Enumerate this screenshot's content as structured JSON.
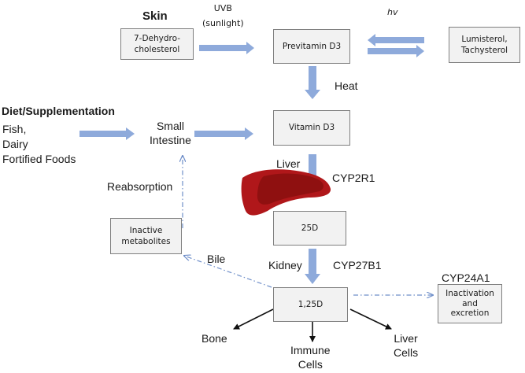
{
  "boxes": {
    "dehydrocholesterol": "7-Dehydro-\ncholesterol",
    "previtamin": "Previtamin D3",
    "lumisterol": "Lumisterol,\nTachysterol",
    "vitamin_d3": "Vitamin D3",
    "d25": "25D",
    "inactive": "Inactive\nmetabolites",
    "d125": "1,25D",
    "inactivation": "Inactivation\nand\nexcretion"
  },
  "labels": {
    "skin": "Skin",
    "uvb": "UVB\n(sunlight)",
    "hv": "hv",
    "heat": "Heat",
    "diet_title": "Diet/Supplementation",
    "diet_items": "Fish,\nDairy\nFortified Foods",
    "small_intestine": "Small\nIntestine",
    "reabsorption": "Reabsorption",
    "liver": "Liver",
    "cyp2r1": "CYP2R1",
    "bile": "Bile",
    "kidney": "Kidney",
    "cyp27b1": "CYP27B1",
    "cyp24a1": "CYP24A1",
    "bone": "Bone",
    "immune": "Immune\nCells",
    "liver_cells": "Liver\nCells"
  },
  "colors": {
    "block_arrow": "#8eaadb",
    "dashed_arrow": "#6f8fc9",
    "liver_dark": "#a31515",
    "liver_light": "#c8201c",
    "box_fill": "#f2f2f2",
    "box_border": "#7f7f7f"
  }
}
